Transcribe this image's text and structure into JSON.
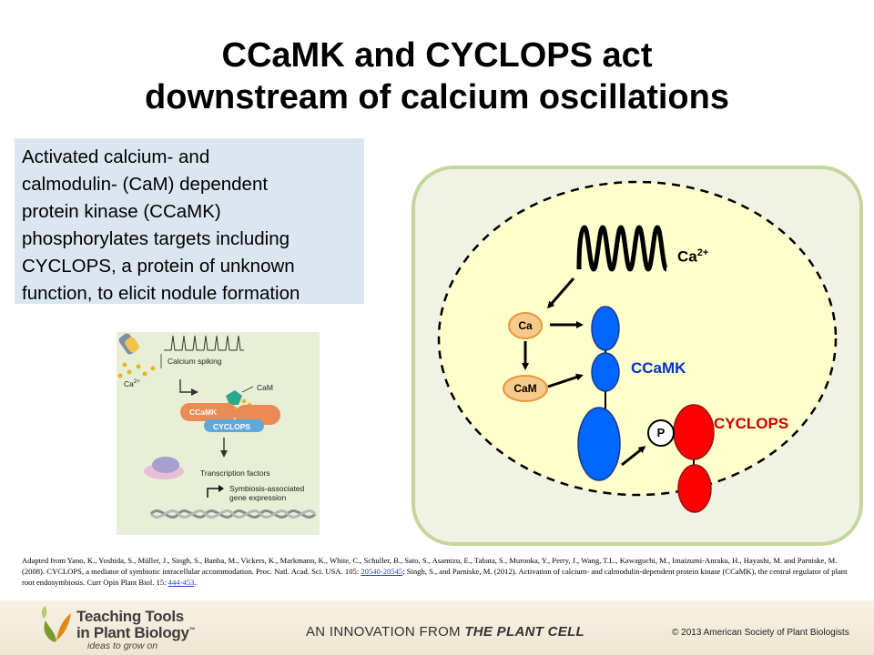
{
  "slide": {
    "title_line1": "CCaMK and CYCLOPS act",
    "title_line2": "downstream of calcium oscillations",
    "description_lines": [
      "Activated calcium- and",
      "calmodulin- (CaM) dependent",
      "protein kinase (CCaMK)",
      "phosphorylates targets including",
      "CYCLOPS, a protein of unknown",
      "function, to elicit nodule formation"
    ]
  },
  "inset": {
    "ca_label": "Ca",
    "ca_sup": "2+",
    "calcium_spiking": "Calcium spiking",
    "cam": "CaM",
    "ccamk": "CCaMK",
    "cyclops": "CYCLOPS",
    "transcription_factors": "Transcription factors",
    "symbiosis_line1": "Symbiosis-associated",
    "symbiosis_line2": "gene expression"
  },
  "diagram": {
    "ca_label": "Ca",
    "ca_sup": "2+",
    "ca_node": "Ca",
    "cam_node": "CaM",
    "p_node": "P",
    "ccamk_label": "CCaMK",
    "cyclops_label": "CYCLOPS",
    "colors": {
      "ccamk_blue": "#0066ff",
      "cyclops_red": "#ff0000",
      "ccamk_text": "#0033cc",
      "cyclops_text": "#cc0000",
      "node_fill": "#f7c98b",
      "node_stroke": "#e39a3c",
      "nucleus_fill": "#ffffcc",
      "cell_border": "#c4d79b"
    }
  },
  "references": {
    "text1": "Adapted from Yano, K., Yoshida, S., Müller, J., Singh, S., Banba, M., Vickers, K., Markmann, K., White, C., Schuller, B., Sato, S., Asamizu, E., Tabata, S., Murooka, Y., Perry, J., Wang, T.L., Kawaguchi, M., Imaizumi-Anraku, H., Hayashi, M. and Parniske, M. (2008). CYCLOPS, a mediator of symbiotic intracellular accommodation. Proc. Natl. Acad. Sci. USA. 105: ",
    "link1": "20540-20545",
    "text2": "; Singh, S., and Parniske, M. (2012). Activation of calcium- and calmodulin-dependent protein kinase (CCaMK), the central regulator of plant root endosymbiosis. Curr Opin Plant Biol. 15: ",
    "link2": "444-453",
    "text3": "."
  },
  "footer": {
    "logo_line1": "Teaching Tools",
    "logo_line2": "in Plant Biology",
    "logo_tm": "™",
    "tagline": "ideas to grow on",
    "innovation_prefix": "AN INNOVATION FROM ",
    "innovation_brand": "THE PLANT CELL",
    "copyright": "© 2013 American Society of Plant Biologists"
  }
}
